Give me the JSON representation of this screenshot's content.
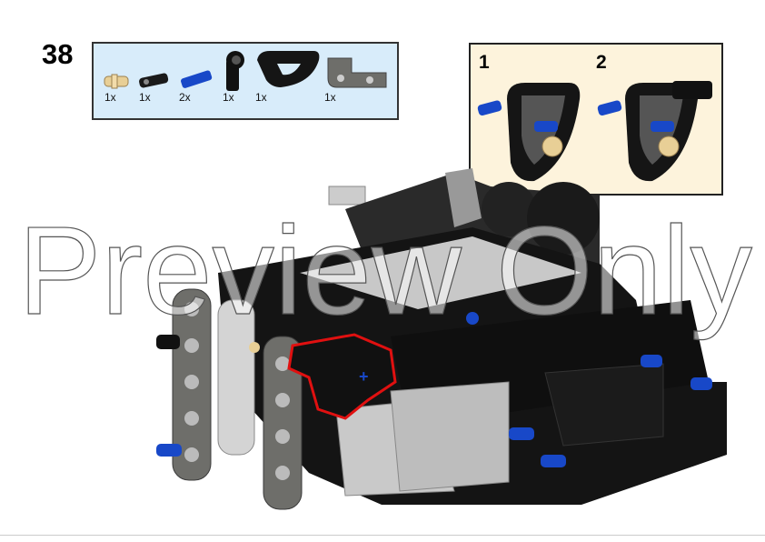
{
  "step": {
    "number": "38"
  },
  "parts_list": [
    {
      "name": "tan-connector-pin",
      "qty": "1x",
      "color": "#e8cf96"
    },
    {
      "name": "black-friction-axle-pin",
      "qty": "1x",
      "color": "#1a1a1a"
    },
    {
      "name": "blue-axle-pin",
      "qty": "2x",
      "color": "#1848c8"
    },
    {
      "name": "black-perpendicular-connector",
      "qty": "1x",
      "color": "#111111"
    },
    {
      "name": "black-quarter-circle-liftarm",
      "qty": "1x",
      "color": "#151515"
    },
    {
      "name": "dark-gray-l-liftarm",
      "qty": "1x",
      "color": "#6e6e6a"
    }
  ],
  "callout": {
    "substeps": [
      "1",
      "2"
    ]
  },
  "watermark": "Preview Only",
  "colors": {
    "parts_bg": "#d8ecfa",
    "callout_bg": "#fdf3dc",
    "highlight": "#e01010"
  }
}
